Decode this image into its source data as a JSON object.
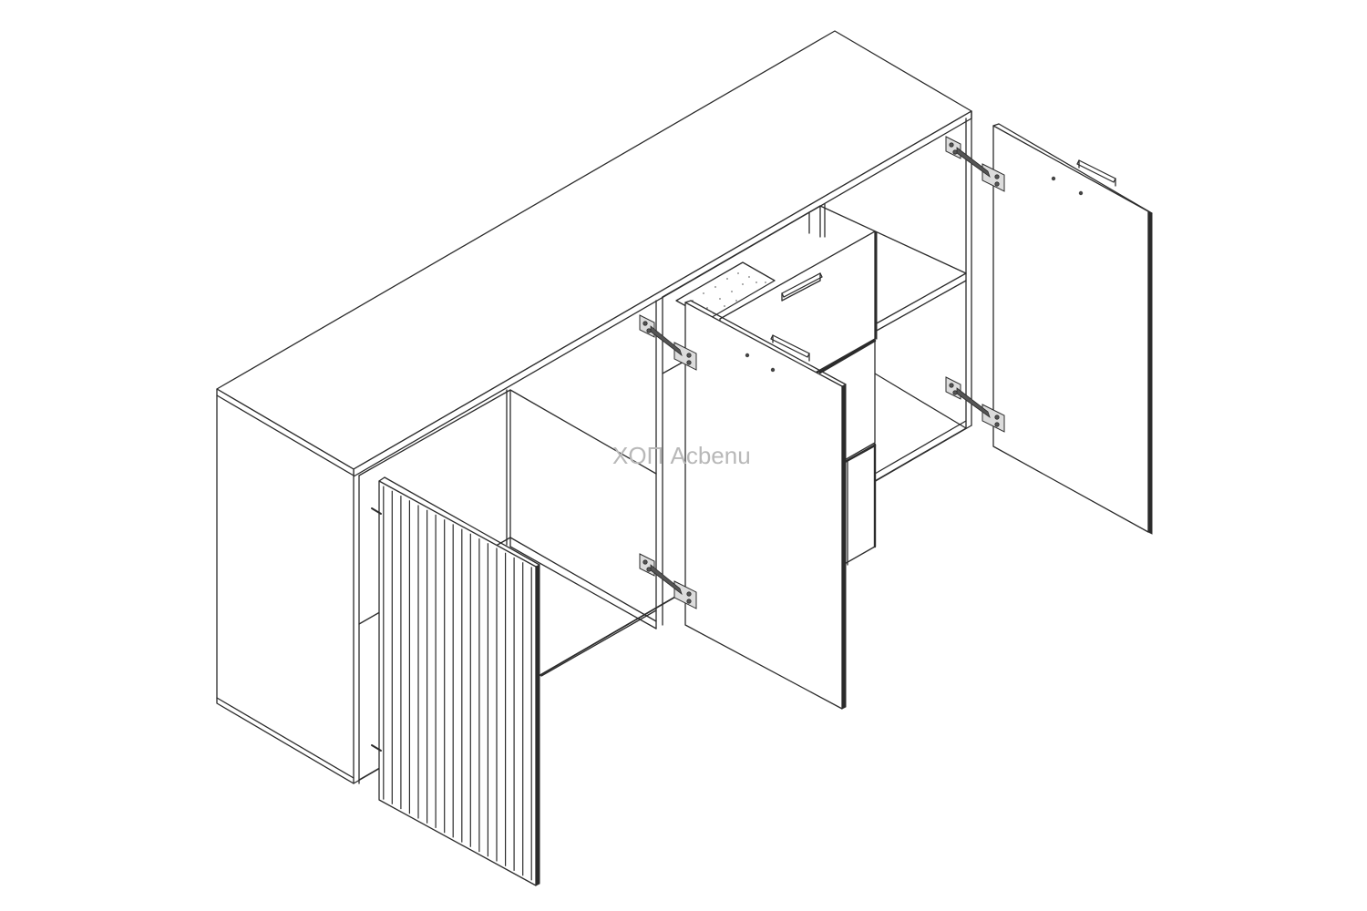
{
  "watermark": "XOП Асbenu",
  "colors": {
    "line": "#2b2b2b",
    "background": "#ffffff",
    "watermark": "#b8b8b8"
  },
  "drawing": {
    "subject": "sideboard-isometric",
    "doors": [
      "fluted-door",
      "plain-door-center",
      "plain-door-right"
    ],
    "drawers": 3
  }
}
